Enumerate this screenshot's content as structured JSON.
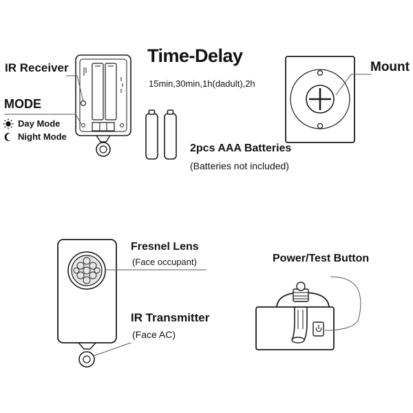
{
  "labels": {
    "ir_receiver": "IR Receiver",
    "mode": "MODE",
    "day_mode": "Day Mode",
    "night_mode": "Night Mode",
    "time_delay": "Time-Delay",
    "time_options": "15min,30min,1h(dadult),2h",
    "batteries": "2pcs AAA Batteries",
    "batteries_note": "(Batteries not included)",
    "mount": "Mount",
    "fresnel_lens": "Fresnel Lens",
    "fresnel_note": "(Face occupant)",
    "ir_transmitter": "IR Transmitter",
    "ir_transmitter_note": "(Face AC)",
    "power_test_button": "Power/Test Button"
  },
  "icons": {
    "day": "sun-icon",
    "night": "moon-icon",
    "power": "power-icon"
  },
  "colors": {
    "line": "#1a1a1a",
    "leader": "#555555",
    "fill": "#ffffff",
    "shade": "#e6e6e6"
  }
}
